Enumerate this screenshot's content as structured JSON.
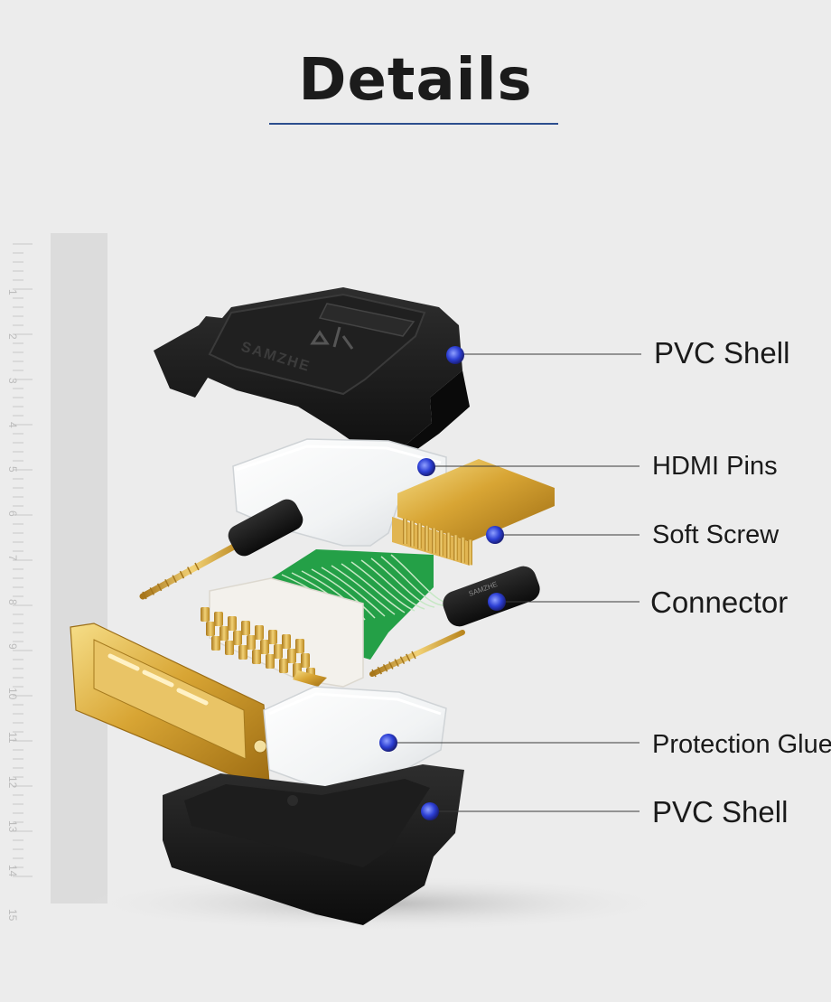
{
  "header": {
    "title": "Details"
  },
  "parts": [
    {
      "id": "top-shell",
      "label": "PVC Shell"
    },
    {
      "id": "hdmi-pins",
      "label": "HDMI Pins"
    },
    {
      "id": "soft-screw",
      "label": "Soft Screw"
    },
    {
      "id": "connector",
      "label": "Connector"
    },
    {
      "id": "protection-glue",
      "label": "Protection Glue"
    },
    {
      "id": "bottom-shell",
      "label": "PVC Shell"
    }
  ],
  "ruler": {
    "numbers": [
      "1",
      "2",
      "3",
      "4",
      "5",
      "6",
      "7",
      "8",
      "9",
      "10",
      "11",
      "12",
      "13",
      "14",
      "15"
    ]
  },
  "brand": {
    "logo_text": "SAMZHE",
    "connector_text": "SAMZHE"
  },
  "colors": {
    "background": "#ececec",
    "title_rule": "#2d4e8e",
    "marker_blue": "#2c3fd4",
    "gold": "#d9a93a",
    "pcb_green": "#22a145",
    "shell_black": "#151515"
  }
}
